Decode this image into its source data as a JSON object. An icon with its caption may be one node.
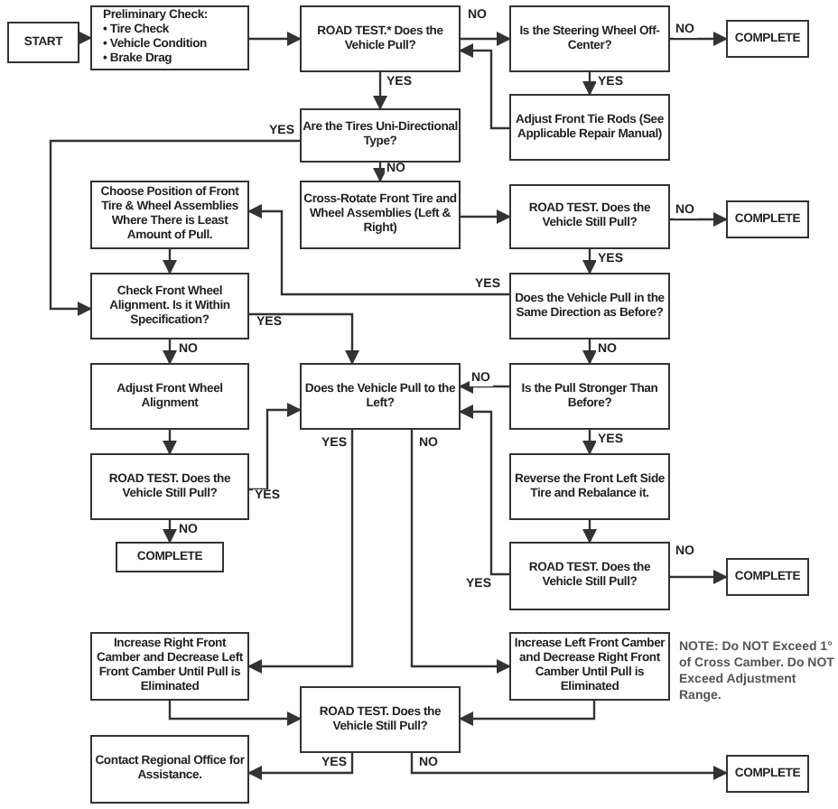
{
  "diagram": {
    "nodes": [
      {
        "text": [
          "START"
        ]
      },
      {
        "text": [
          "Preliminary Check:",
          "• Tire Check",
          "• Vehicle Condition",
          "• Brake Drag"
        ]
      },
      {
        "text": [
          "ROAD TEST.* Does the Vehicle Pull?"
        ]
      },
      {
        "text": [
          "Is the Steering Wheel Off-Center?"
        ]
      },
      {
        "text": [
          "COMPLETE"
        ]
      },
      {
        "text": [
          "Adjust Front Tie Rods (See Applicable Repair Manual)"
        ]
      },
      {
        "text": [
          "Are the Tires Uni-Directional Type?"
        ]
      },
      {
        "text": [
          "Choose Position of Front Tire & Wheel Assemblies Where There is Least Amount of Pull."
        ]
      },
      {
        "text": [
          "Cross-Rotate Front Tire and Wheel Assemblies (Left & Right)"
        ]
      },
      {
        "text": [
          "ROAD TEST. Does the Vehicle Still Pull?"
        ]
      },
      {
        "text": [
          "COMPLETE"
        ]
      },
      {
        "text": [
          "Check Front Wheel Alignment. Is it Within Specification?"
        ]
      },
      {
        "text": [
          "Does the Vehicle Pull in the Same Direction as Before?"
        ]
      },
      {
        "text": [
          "Adjust Front Wheel Alignment"
        ]
      },
      {
        "text": [
          "Does the Vehicle Pull to the Left?"
        ]
      },
      {
        "text": [
          "Is the Pull Stronger Than Before?"
        ]
      },
      {
        "text": [
          "ROAD TEST. Does the Vehicle Still Pull?"
        ]
      },
      {
        "text": [
          "Reverse the Front Left Side Tire and Rebalance it."
        ]
      },
      {
        "text": [
          "COMPLETE"
        ]
      },
      {
        "text": [
          "ROAD TEST. Does the Vehicle Still Pull?"
        ]
      },
      {
        "text": [
          "COMPLETE"
        ]
      },
      {
        "text": [
          "Increase Right Front Camber and Decrease Left Front Camber Until Pull is Eliminated"
        ]
      },
      {
        "text": [
          "Increase Left Front Camber and Decrease Right Front Camber Until Pull is Eliminated"
        ]
      },
      {
        "text": [
          "ROAD TEST. Does the Vehicle Still Pull?"
        ]
      },
      {
        "text": [
          "Contact Regional Office for Assistance."
        ]
      },
      {
        "text": [
          "COMPLETE"
        ]
      }
    ],
    "edges": [
      {
        "from": 0,
        "to": 1,
        "arrow": "to"
      },
      {
        "from": 1,
        "to": 2,
        "arrow": "to"
      },
      {
        "from": 2,
        "to": 3,
        "arrow": "to",
        "label": "NO"
      },
      {
        "from": 3,
        "to": 4,
        "arrow": "to",
        "label": "NO"
      },
      {
        "from": 3,
        "to": 5,
        "arrow": "to",
        "label": "YES"
      },
      {
        "from": 5,
        "to": 2,
        "arrow": "to"
      },
      {
        "from": 2,
        "to": 6,
        "arrow": "to",
        "label": "YES"
      },
      {
        "from": 6,
        "to": 11,
        "arrow": "to",
        "label": "YES"
      },
      {
        "from": 6,
        "to": 8,
        "arrow": "to",
        "label": "NO"
      },
      {
        "from": 8,
        "to": 9,
        "arrow": "to"
      },
      {
        "from": 9,
        "to": 10,
        "arrow": "to",
        "label": "NO"
      },
      {
        "from": 9,
        "to": 12,
        "arrow": "to",
        "label": "YES"
      },
      {
        "from": 12,
        "to": 7,
        "arrow": "to",
        "label": "YES"
      },
      {
        "from": 7,
        "to": 11,
        "arrow": "to"
      },
      {
        "from": 11,
        "to": 14,
        "arrow": "to",
        "label": "YES"
      },
      {
        "from": 11,
        "to": 13,
        "arrow": "to",
        "label": "NO"
      },
      {
        "from": 13,
        "to": 16,
        "arrow": "to"
      },
      {
        "from": 16,
        "to": 14,
        "arrow": "to",
        "label": "YES"
      },
      {
        "from": 16,
        "to": 18,
        "arrow": "to",
        "label": "NO"
      },
      {
        "from": 12,
        "to": 15,
        "arrow": "to",
        "label": "NO"
      },
      {
        "from": 15,
        "to": 14,
        "arrow": "to",
        "label": "NO"
      },
      {
        "from": 15,
        "to": 17,
        "arrow": "to",
        "label": "YES"
      },
      {
        "from": 17,
        "to": 19,
        "arrow": "to"
      },
      {
        "from": 19,
        "to": 14,
        "arrow": "to",
        "label": "YES"
      },
      {
        "from": 19,
        "to": 20,
        "arrow": "to",
        "label": "NO"
      },
      {
        "from": 14,
        "to": 21,
        "arrow": "to",
        "label": "YES"
      },
      {
        "from": 14,
        "to": 22,
        "arrow": "to",
        "label": "NO"
      },
      {
        "from": 21,
        "to": 23,
        "arrow": "to"
      },
      {
        "from": 22,
        "to": 23,
        "arrow": "to"
      },
      {
        "from": 23,
        "to": 24,
        "arrow": "to",
        "label": "YES"
      },
      {
        "from": 23,
        "to": 25,
        "arrow": "to",
        "label": "NO"
      }
    ],
    "labels": [
      "NOTE: Do NOT Exceed 1° of Cross Camber. Do NOT Exceed Adjustment Range."
    ]
  }
}
